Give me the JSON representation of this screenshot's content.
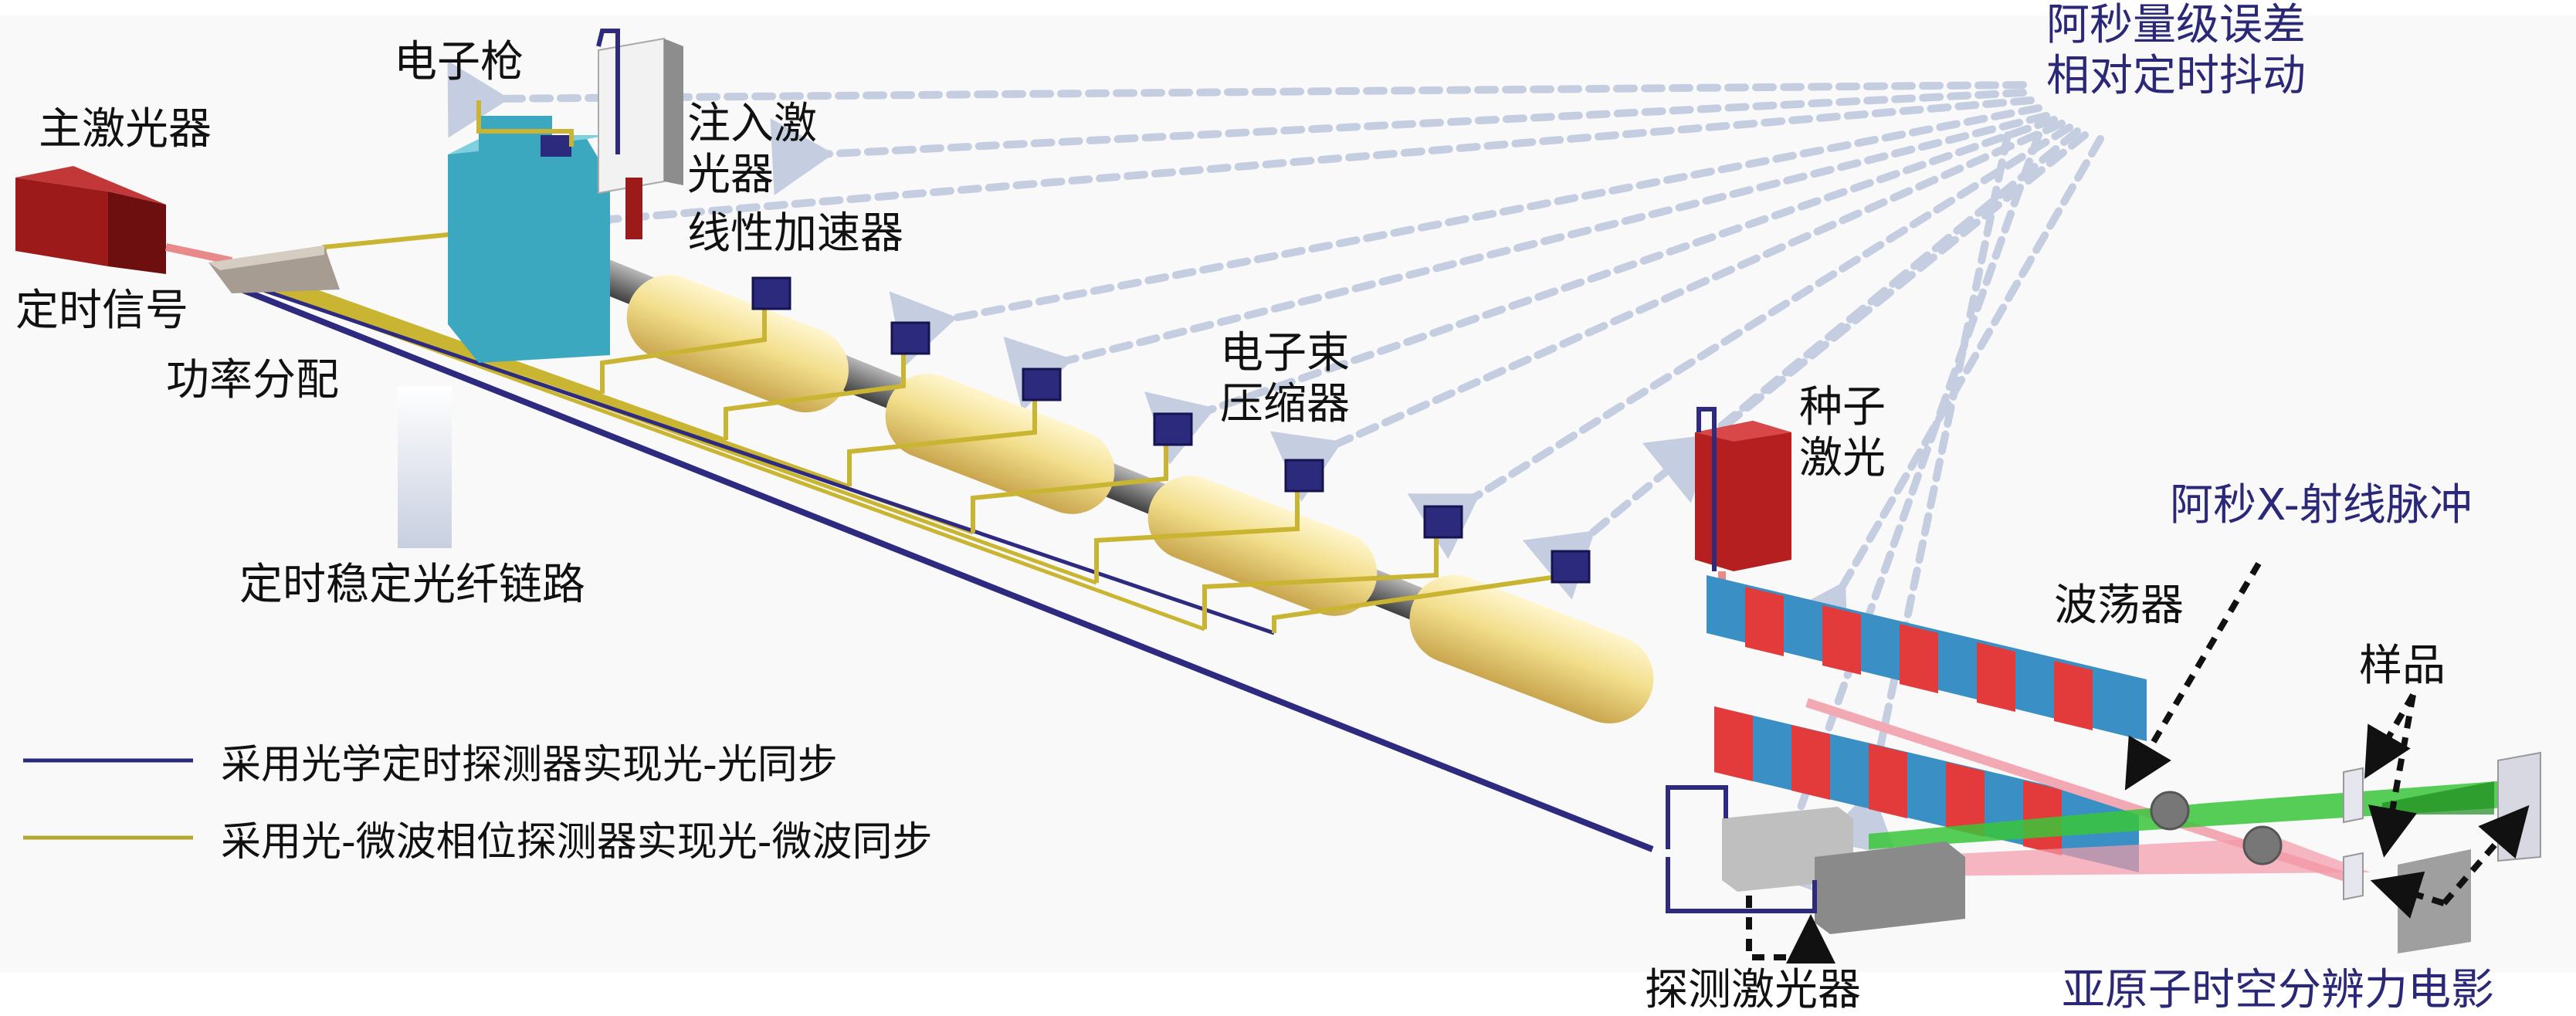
{
  "labels": {
    "main_laser": "主激光器",
    "electron_gun": "电子枪",
    "injection_laser": "注入激\n光器",
    "linac": "线性加速器",
    "timing_signal": "定时信号",
    "power_split": "功率分配",
    "bunch_compressor": "电子束\n压缩器",
    "fiber_link": "定时稳定光纤链路",
    "seed_laser": "种子\n激光",
    "attosecond_error": "阿秒量级误差\n相对定时抖动",
    "xray_pulse": "阿秒X-射线脉冲",
    "undulator": "波荡器",
    "sample": "样品",
    "probe_laser": "探测激光器",
    "movie": "亚原子时空分辨力电影"
  },
  "legend": [
    {
      "text": "采用光学定时探测器实现光-光同步",
      "color": "#2a2a7a"
    },
    {
      "text": "采用光-微波相位探测器实现光-微波同步",
      "color": "#b5a830"
    }
  ],
  "colors": {
    "fiber_blue": "#2d2a80",
    "fiber_yellow": "#c9b531",
    "laser_red": "#9c1a1a",
    "cavity_yellow": "#f2de8c",
    "klystron_navy": "#2b2a7c",
    "gun_teal": "#3ba8bf",
    "undulator_red": "#e33b3b",
    "undulator_blue": "#3a8fc4",
    "arrow_gray": "#c5cde0"
  }
}
